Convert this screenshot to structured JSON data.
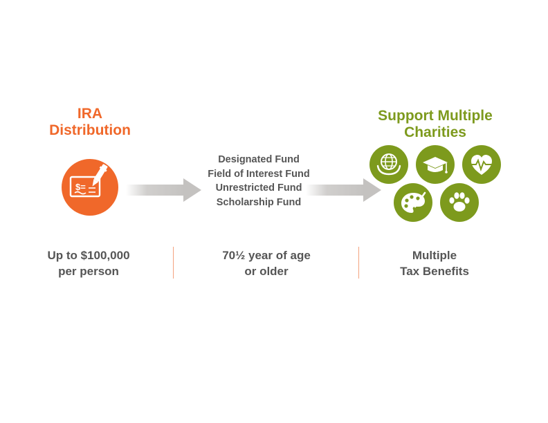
{
  "ira": {
    "title_lines": [
      "IRA",
      "Distribution"
    ],
    "icon": "check-pen-icon",
    "color": "#f0682a"
  },
  "funds": {
    "items": [
      "Designated Fund",
      "Field of Interest Fund",
      "Unrestricted Fund",
      "Scholarship Fund"
    ]
  },
  "charities": {
    "title_lines": [
      "Support Multiple",
      "Charities"
    ],
    "color": "#7d9a1d",
    "icons": [
      "globe-hands-icon",
      "graduation-cap-icon",
      "heart-pulse-icon",
      "paint-palette-icon",
      "paw-print-icon"
    ]
  },
  "bottom": {
    "left_lines": [
      "Up to $100,000",
      "per person"
    ],
    "middle_lines": [
      "70½ year of age",
      "or older"
    ],
    "right_lines": [
      "Multiple",
      "Tax Benefits"
    ]
  },
  "colors": {
    "arrow": "#c8c6c4",
    "text": "#555555",
    "divider": "#f4a27e"
  }
}
